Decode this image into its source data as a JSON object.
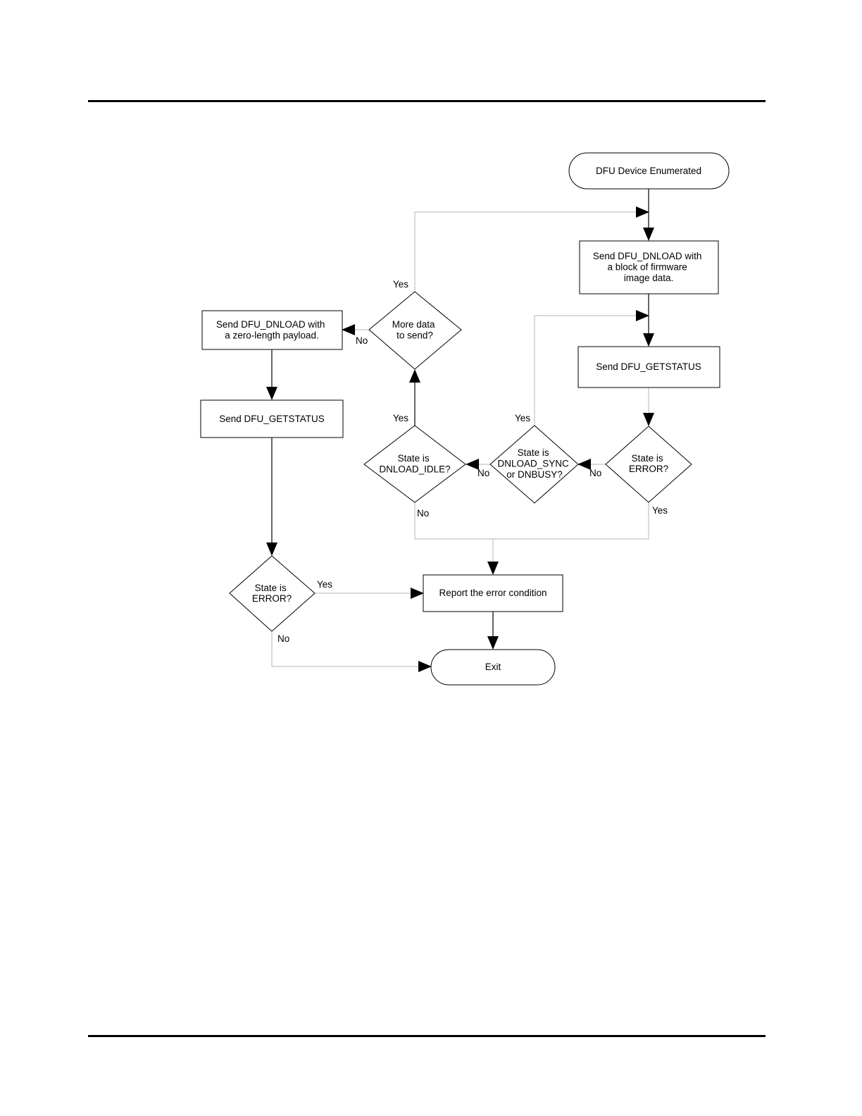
{
  "nodes": {
    "enumerated": {
      "lines": [
        "DFU Device Enumerated"
      ]
    },
    "send_block": {
      "lines": [
        "Send DFU_DNLOAD with",
        "a block of firmware",
        "image data."
      ]
    },
    "getstatus_right": {
      "lines": [
        "Send DFU_GETSTATUS"
      ]
    },
    "state_error_right": {
      "lines": [
        "State is",
        "ERROR?"
      ]
    },
    "state_sync_busy": {
      "lines": [
        "State is",
        "DNLOAD_SYNC",
        "or DNBUSY?"
      ]
    },
    "state_idle": {
      "lines": [
        "State is",
        "DNLOAD_IDLE?"
      ]
    },
    "more_data": {
      "lines": [
        "More data",
        "to send?"
      ]
    },
    "send_zero": {
      "lines": [
        "Send DFU_DNLOAD with",
        "a zero-length payload."
      ]
    },
    "getstatus_left": {
      "lines": [
        "Send DFU_GETSTATUS"
      ]
    },
    "state_error_left": {
      "lines": [
        "State is",
        "ERROR?"
      ]
    },
    "report_error": {
      "lines": [
        "Report the error condition"
      ]
    },
    "exit": {
      "lines": [
        "Exit"
      ]
    }
  },
  "edge_labels": {
    "more_data_yes": "Yes",
    "more_data_no": "No",
    "idle_yes": "Yes",
    "idle_no": "No",
    "sync_busy_yes": "Yes",
    "sync_busy_no": "No",
    "error_right_no": "No",
    "error_right_yes": "Yes",
    "error_left_yes": "Yes",
    "error_left_no": "No"
  }
}
